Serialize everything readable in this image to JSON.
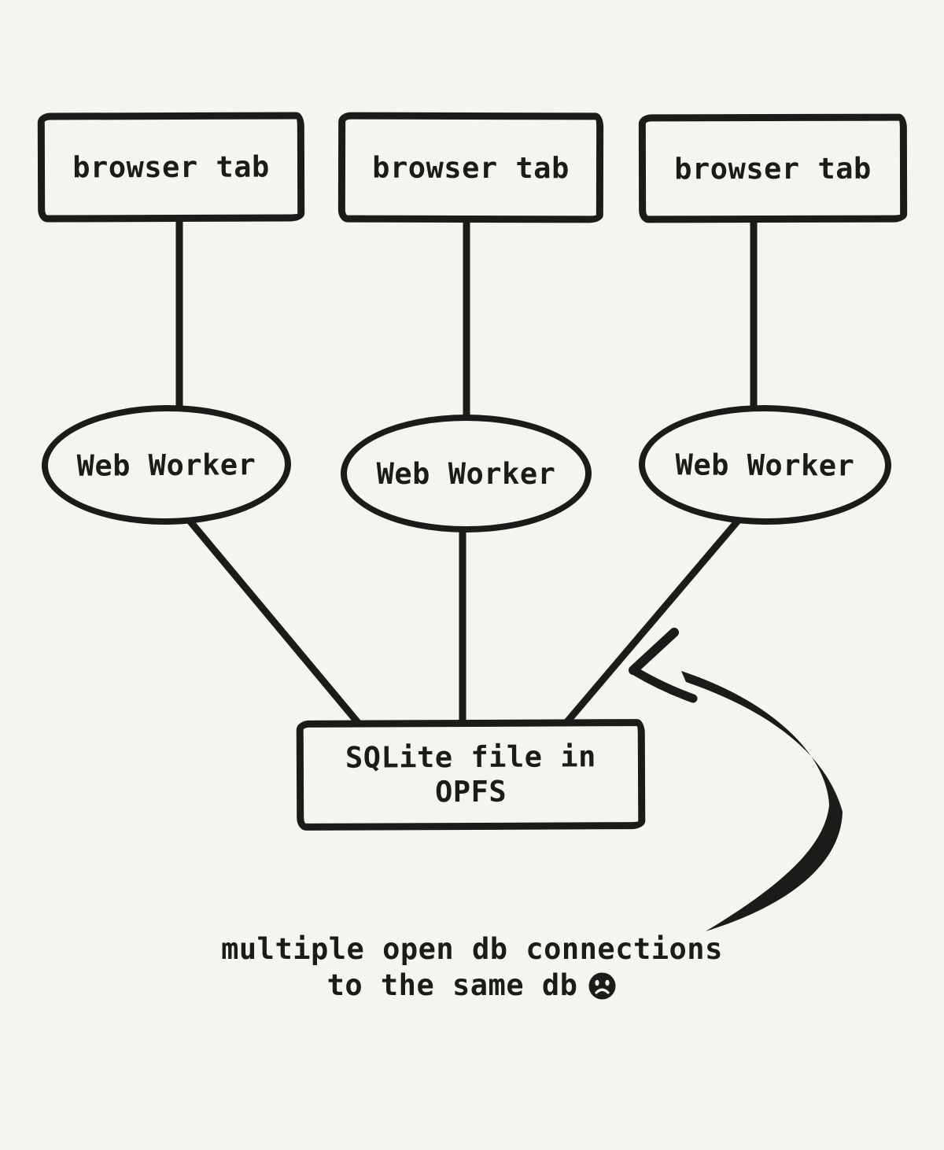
{
  "diagram": {
    "background_color": "#f6f4ef",
    "ink_color": "#1d1b1a",
    "browser_tabs": [
      {
        "label": "browser tab"
      },
      {
        "label": "browser tab"
      },
      {
        "label": "browser tab"
      }
    ],
    "web_workers": [
      {
        "label": "Web Worker"
      },
      {
        "label": "Web Worker"
      },
      {
        "label": "Web Worker"
      }
    ],
    "sqlite_node": {
      "line1": "SQLite file in",
      "line2": "OPFS"
    },
    "caption": {
      "line1": "multiple open db connections",
      "line2": "to the same db",
      "emoji": "sad-face"
    },
    "edges": [
      {
        "from": "browser-tab-1",
        "to": "web-worker-1",
        "style": "straight"
      },
      {
        "from": "browser-tab-2",
        "to": "web-worker-2",
        "style": "straight"
      },
      {
        "from": "browser-tab-3",
        "to": "web-worker-3",
        "style": "straight"
      },
      {
        "from": "web-worker-1",
        "to": "sqlite-file",
        "style": "straight"
      },
      {
        "from": "web-worker-2",
        "to": "sqlite-file",
        "style": "straight"
      },
      {
        "from": "web-worker-3",
        "to": "sqlite-file",
        "style": "straight"
      },
      {
        "from": "caption",
        "to": "web-worker-3-sqlite-edge",
        "style": "curved-arrow"
      }
    ]
  }
}
